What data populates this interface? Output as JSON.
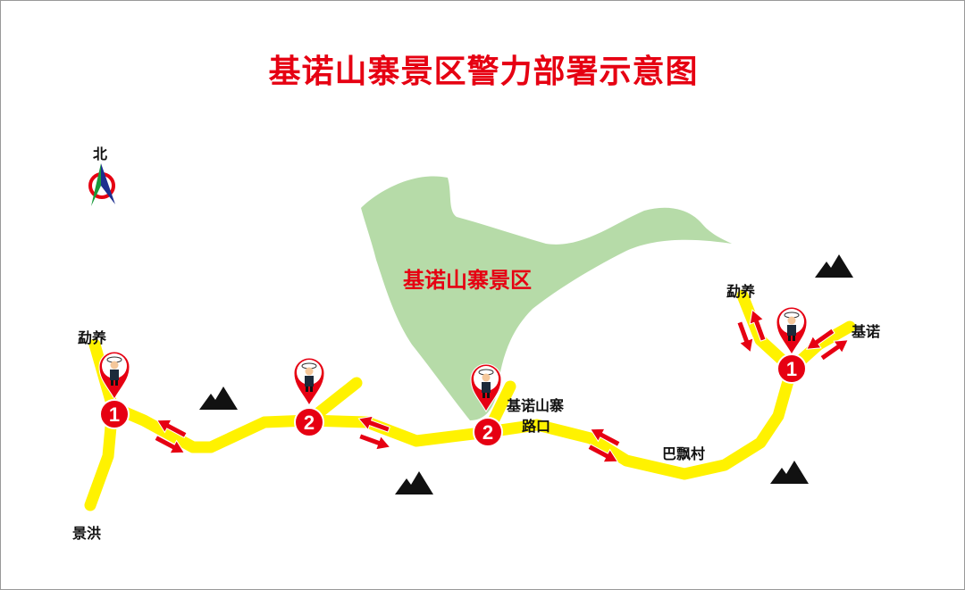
{
  "title": "基诺山寨景区警力部署示意图",
  "compass": {
    "label": "北",
    "icon": "north-arrow-icon"
  },
  "scenic_area": {
    "name": "基诺山寨景区",
    "fill": "#b6dba8"
  },
  "places": {
    "mengyang_left": "勐养",
    "jinghong": "景洪",
    "gate_line1": "基诺山寨",
    "gate_line2": "路口",
    "bapiao": "巴飘村",
    "mengyang_right": "勐养",
    "jinuo": "基诺"
  },
  "posts": [
    {
      "name": "post-1-west",
      "number": "1"
    },
    {
      "name": "post-2-west",
      "number": "2"
    },
    {
      "name": "post-2-gate",
      "number": "2"
    },
    {
      "name": "post-1-east",
      "number": "1"
    }
  ],
  "colors": {
    "road": "#fff200",
    "arrow": "#e60012",
    "marker": "#e60012",
    "mountain": "#111111",
    "title": "#e60012"
  }
}
